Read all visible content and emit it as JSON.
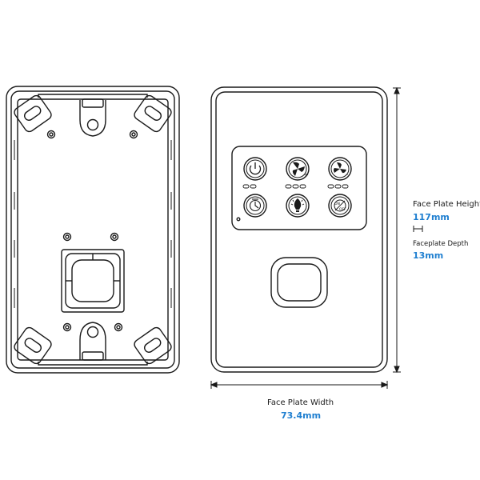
{
  "labels": {
    "height_title": "Face Plate Height",
    "height_value": "117mm",
    "depth_title": "Faceplate Depth",
    "depth_value": "13mm",
    "width_title": "Face Plate Width",
    "width_value": "73.4mm"
  },
  "colors": {
    "outline": "#1a1a1a",
    "value_text": "#1f7fd0",
    "background": "#ffffff"
  },
  "icons": {
    "back_plate": "mounting-box",
    "buttons": [
      "power-icon",
      "fan-speed-up-icon",
      "fan-speed-down-icon",
      "timer-icon",
      "light-icon",
      "on-off-icon"
    ]
  }
}
